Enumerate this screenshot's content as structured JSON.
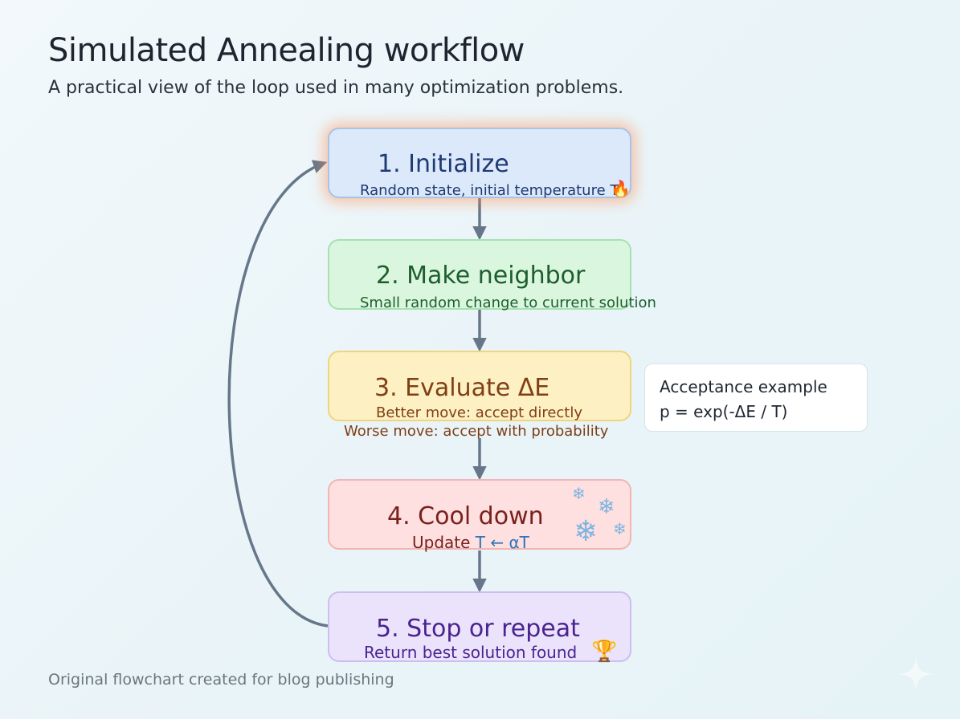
{
  "header": {
    "title": "Simulated Annealing workflow",
    "subtitle": "A practical view of the loop used in many optimization problems."
  },
  "steps": [
    {
      "title": "1. Initialize",
      "desc": "Random state, initial temperature T",
      "icon": "fire-icon"
    },
    {
      "title": "2. Make neighbor",
      "desc": "Small random change to current solution"
    },
    {
      "title": "3. Evaluate ΔE",
      "desc_line1": "Better move: accept directly",
      "desc_line2": "Worse move: accept with probability"
    },
    {
      "title": "4. Cool down",
      "desc_prefix": "Update ",
      "desc_formula": "T ← αT",
      "icon": "snowflake-icon"
    },
    {
      "title": "5. Stop or repeat",
      "desc": "Return best solution found",
      "icon": "trophy-icon"
    }
  ],
  "note": {
    "title": "Acceptance example",
    "formula": "p = exp(-ΔE / T)"
  },
  "footer": {
    "text": "Original flowchart created for blog publishing"
  },
  "colors": {
    "arrow": "#67778a",
    "step1": "#dce9fb",
    "step2": "#dbf6df",
    "step3": "#fdf0c2",
    "step4": "#fde0df",
    "step5": "#ebe3fb"
  }
}
